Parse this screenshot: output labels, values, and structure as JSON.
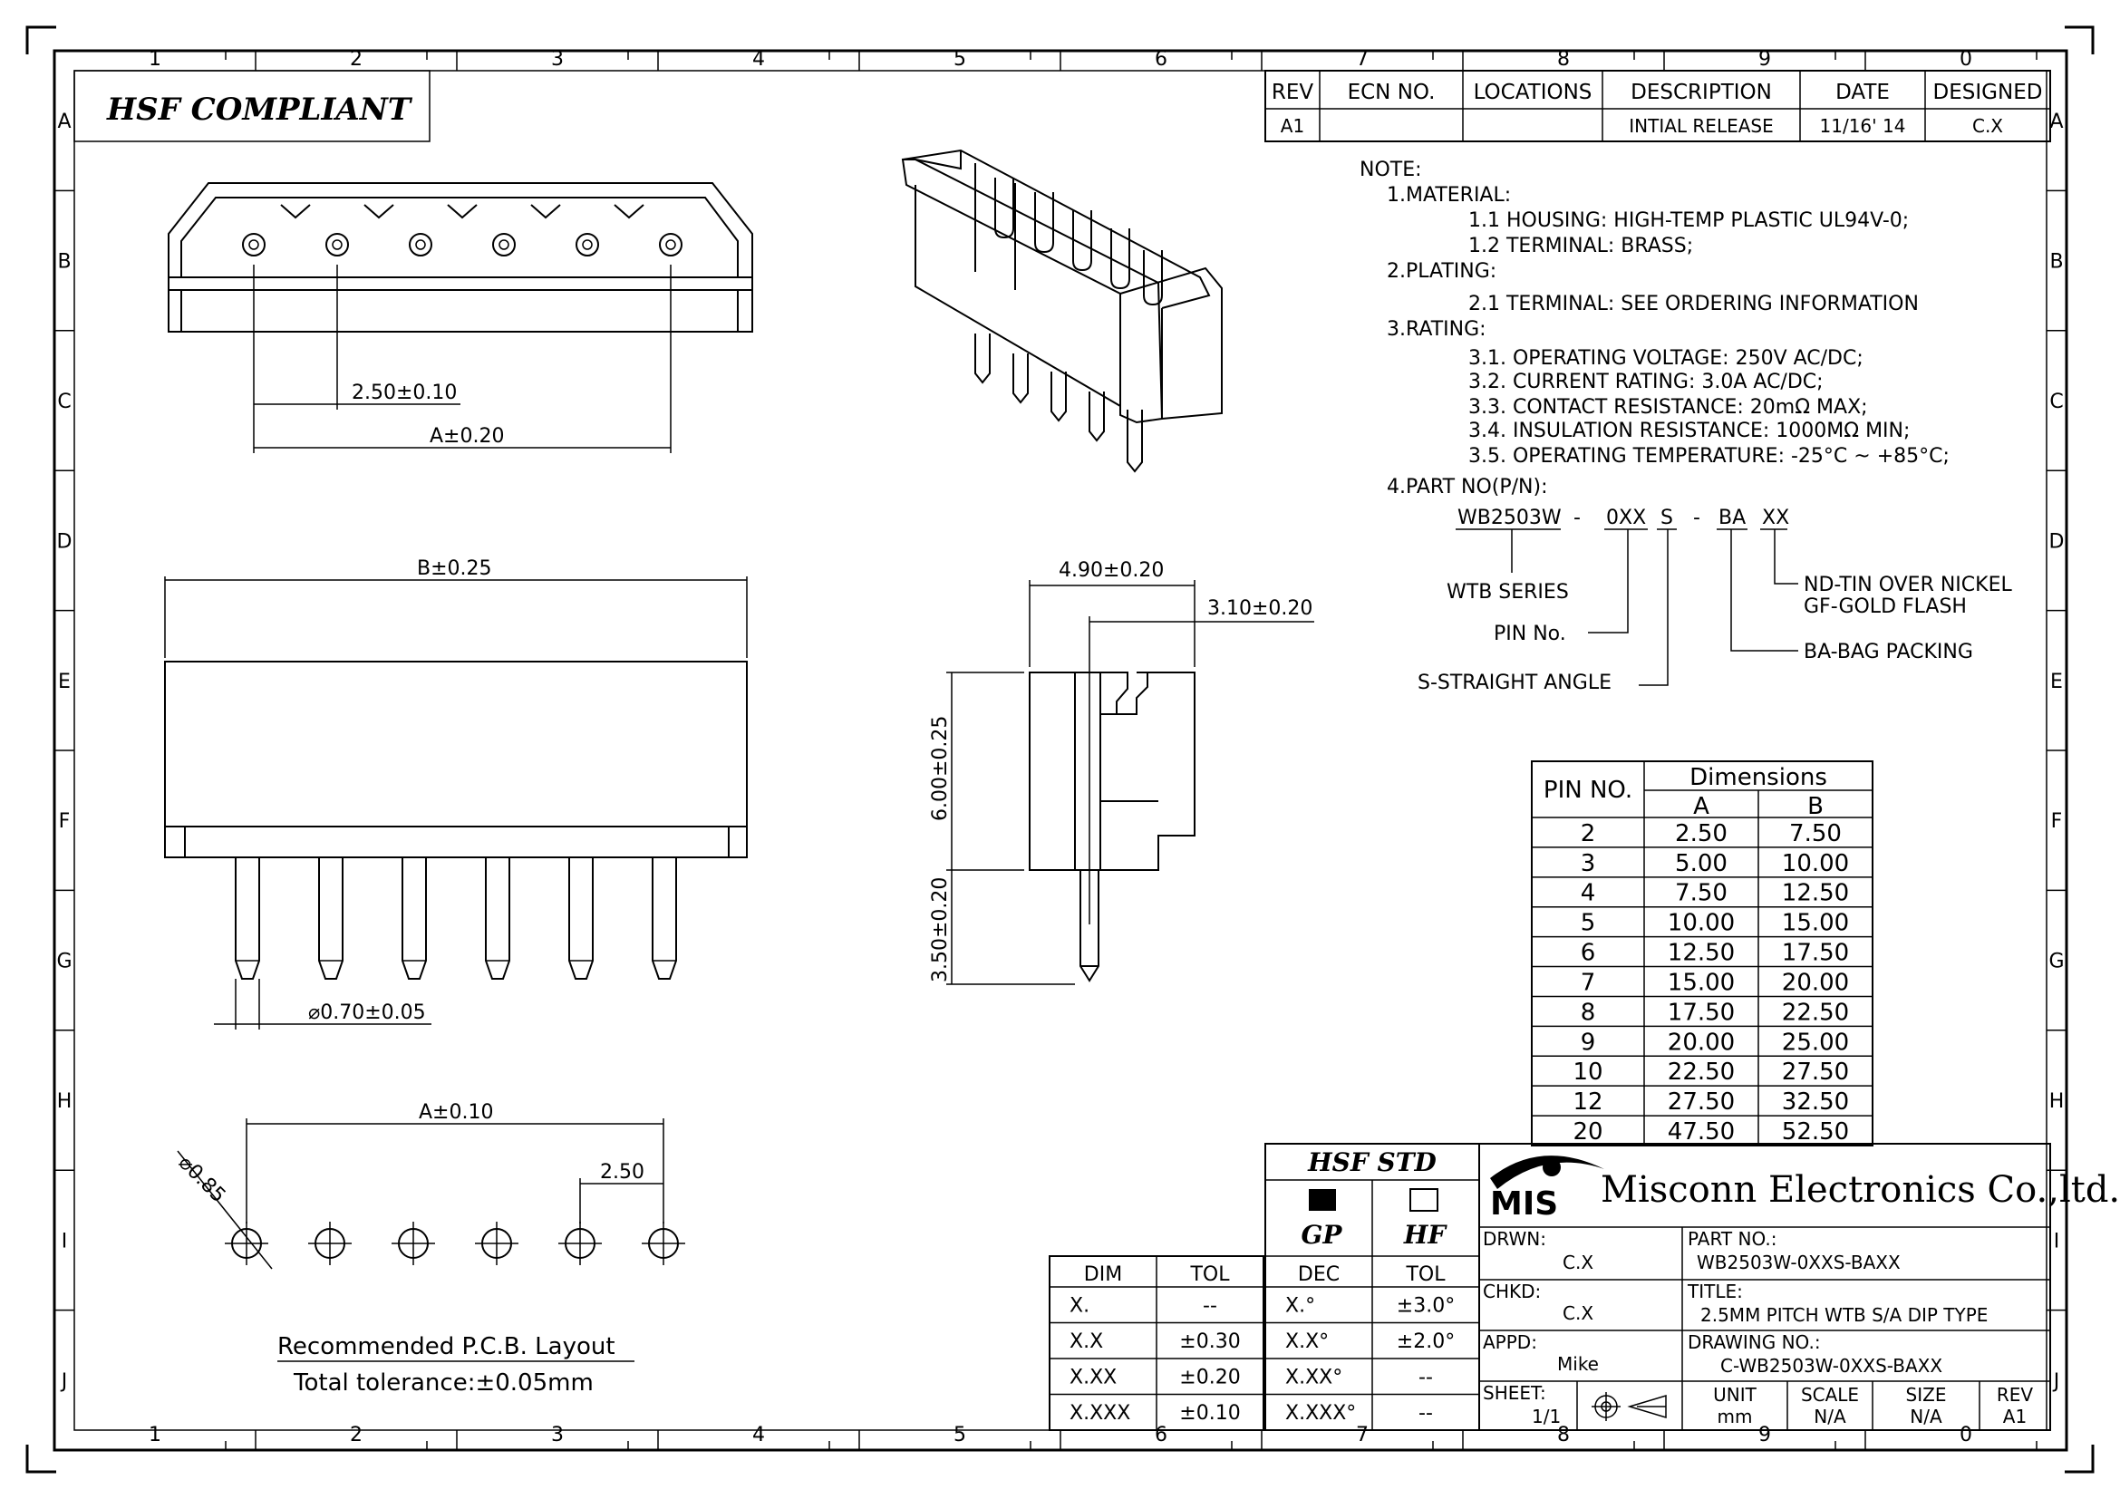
{
  "border": {
    "columns": [
      "1",
      "2",
      "3",
      "4",
      "5",
      "6",
      "7",
      "8",
      "9",
      "0"
    ],
    "rows": [
      "A",
      "B",
      "C",
      "D",
      "E",
      "F",
      "G",
      "H",
      "I",
      "J"
    ]
  },
  "compliance": "HSF  COMPLIANT",
  "revision": {
    "headers": [
      "REV",
      "ECN NO.",
      "LOCATIONS",
      "DESCRIPTION",
      "DATE",
      "DESIGNED"
    ],
    "row": [
      "A1",
      "",
      "",
      "INTIAL RELEASE",
      "11/16' 14",
      "C.X"
    ]
  },
  "notes": [
    "NOTE:",
    "1.MATERIAL:",
    "1.1  HOUSING: HIGH-TEMP PLASTIC UL94V-0;",
    "1.2  TERMINAL: BRASS;",
    "2.PLATING:",
    "2.1  TERMINAL: SEE ORDERING INFORMATION",
    "3.RATING:",
    "3.1.  OPERATING VOLTAGE: 250V AC/DC;",
    "3.2.  CURRENT RATING:   3.0A AC/DC;",
    "3.3.  CONTACT RESISTANCE: 20mΩ MAX;",
    "3.4.  INSULATION RESISTANCE:  1000MΩ MIN;",
    "3.5.  OPERATING TEMPERATURE:  -25°C  ~  +85°C;",
    "4.PART NO(P/N):"
  ],
  "part_number": {
    "segments": [
      "WB2503W",
      "-",
      "0XX",
      "S",
      "-",
      "BA",
      "XX"
    ],
    "legend": {
      "series": "WTB  SERIES",
      "pin": "PIN  No.",
      "straight": "S-STRAIGHT  ANGLE",
      "plating1": "ND-TIN  OVER  NICKEL",
      "plating2": "GF-GOLD  FLASH",
      "packing": "BA-BAG  PACKING"
    }
  },
  "dimensions": {
    "pitch_top": "2.50±0.10",
    "a_top": "A±0.20",
    "b_front": "B±0.25",
    "pin_dia": "⌀0.70±0.05",
    "side_w1": "4.90±0.20",
    "side_w2": "3.10±0.20",
    "side_h1": "6.00±0.25",
    "side_h2": "3.50±0.20",
    "pcb_a": "A±0.10",
    "pcb_pitch": "2.50",
    "pcb_hole": "⌀0.85",
    "pcb_title": "Recommended  P.C.B.  Layout",
    "pcb_tol": "Total  tolerance:±0.05mm"
  },
  "dim_table": {
    "header_pin": "PIN  NO.",
    "header_dims": "Dimensions",
    "col_a": "A",
    "col_b": "B",
    "rows": [
      [
        "2",
        "2.50",
        "7.50"
      ],
      [
        "3",
        "5.00",
        "10.00"
      ],
      [
        "4",
        "7.50",
        "12.50"
      ],
      [
        "5",
        "10.00",
        "15.00"
      ],
      [
        "6",
        "12.50",
        "17.50"
      ],
      [
        "7",
        "15.00",
        "20.00"
      ],
      [
        "8",
        "17.50",
        "22.50"
      ],
      [
        "9",
        "20.00",
        "25.00"
      ],
      [
        "10",
        "22.50",
        "27.50"
      ],
      [
        "12",
        "27.50",
        "32.50"
      ],
      [
        "20",
        "47.50",
        "52.50"
      ]
    ]
  },
  "tolerance": {
    "headers": [
      "DIM",
      "TOL"
    ],
    "rows": [
      [
        "X.",
        "--"
      ],
      [
        "X.X",
        "±0.30"
      ],
      [
        "X.XX",
        "±0.20"
      ],
      [
        "X.XXX",
        "±0.10"
      ]
    ],
    "ang_headers": [
      "DEC",
      "TOL"
    ],
    "ang_rows": [
      [
        "X.°",
        "±3.0°"
      ],
      [
        "X.X°",
        "±2.0°"
      ],
      [
        "X.XX°",
        "--"
      ],
      [
        "X.XXX°",
        "--"
      ]
    ]
  },
  "hsf_std": {
    "title": "HSF  STD",
    "gp": "GP",
    "hf": "HF"
  },
  "title_block": {
    "logo": "MIS",
    "company": "Misconn Electronics Co.,ltd.",
    "drwn_label": "DRWN:",
    "drwn": "C.X",
    "chkd_label": "CHKD:",
    "chkd": "C.X",
    "appd_label": "APPD:",
    "appd": "Mike",
    "part_label": "PART  NO.:",
    "part": "WB2503W-0XXS-BAXX",
    "title_label": "TITLE:",
    "title": "2.5MM  PITCH  WTB  S/A  DIP  TYPE",
    "drawing_label": "DRAWING  NO.:",
    "drawing": "C-WB2503W-0XXS-BAXX",
    "sheet_label": "SHEET:",
    "sheet": "1/1",
    "unit_label": "UNIT",
    "unit": "mm",
    "scale_label": "SCALE",
    "scale": "N/A",
    "size_label": "SIZE",
    "size": "N/A",
    "rev_label": "REV",
    "rev": "A1"
  }
}
